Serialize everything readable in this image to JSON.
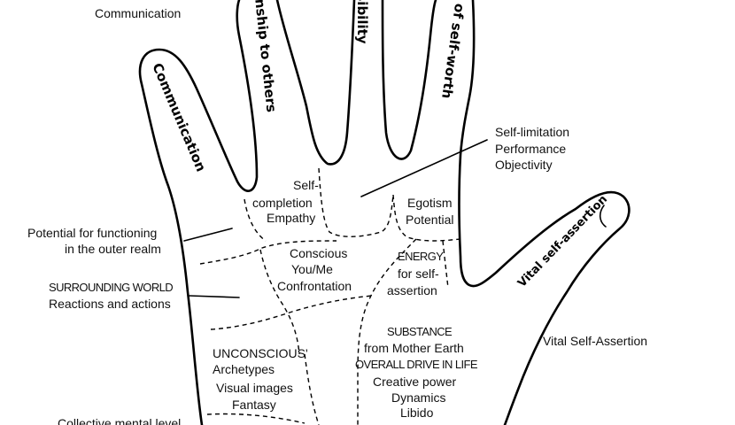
{
  "fingers": {
    "little": "Communication",
    "ring": "Relationship to others",
    "middle": "Responsibility",
    "index": "Sense of self-worth",
    "thumb": "Vital self-assertion"
  },
  "labels": {
    "communication_top": "Communication",
    "self_limitation": [
      "Self-limitation",
      "Performance",
      "Objectivity"
    ],
    "self_completion": [
      "Self-",
      "completion",
      "Empathy"
    ],
    "egotism": [
      "Egotism",
      "Potential"
    ],
    "potential_outer": [
      "Potential for functioning",
      "in the outer realm"
    ],
    "conscious": [
      "Conscious",
      "You/Me",
      "Confrontation"
    ],
    "energy": [
      "ENERGY",
      "for self-",
      "assertion"
    ],
    "surrounding_world": [
      "SURROUNDING WORLD",
      "Reactions and actions"
    ],
    "vital_self_assertion": "Vital Self-Assertion",
    "substance": [
      "SUBSTANCE",
      "from Mother Earth",
      "OVERALL DRIVE IN LIFE",
      "Creative power",
      "Dynamics",
      "Libido"
    ],
    "unconscious": [
      "UNCONSCIOUS'",
      "Archetypes",
      "Visual images",
      "Fantasy"
    ],
    "collective": "Collective mental level"
  }
}
